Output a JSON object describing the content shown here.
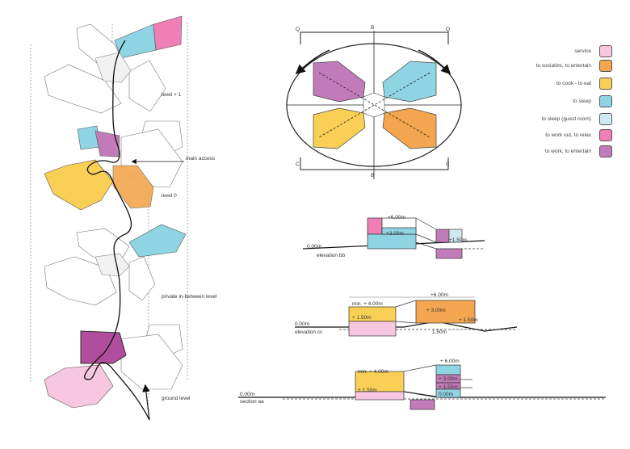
{
  "legend": [
    {
      "label": "service",
      "color": "#f7c6df"
    },
    {
      "label": "to socialize, to entertain",
      "color": "#f3a64f"
    },
    {
      "label": "to cook - to eat",
      "color": "#f9cf56"
    },
    {
      "label": "to sleep",
      "color": "#8fd4e3"
    },
    {
      "label": "to sleep (guest room)",
      "color": "#cfebf1"
    },
    {
      "label": "to work out, to relax",
      "color": "#ef7fb5"
    },
    {
      "label": "to work, to entertain",
      "color": "#c27bb9"
    }
  ],
  "levels": {
    "level_plus1": "level + 1",
    "main_access": "main access",
    "level_0": "level 0",
    "private": "private in-between level",
    "ground": "ground level"
  },
  "plan": {
    "sec_q": "Q",
    "sec_b": "B",
    "sec_c": "C"
  },
  "elev_bb": {
    "title": "elevation bb",
    "ground": "0.00m",
    "top": "+6.00m",
    "mid": "+3.00m",
    "right": "+1.50m"
  },
  "elev_cc": {
    "title": "elevation cc",
    "ground": "0.00m",
    "top": "+6.00m",
    "min": "min. + 4.00m",
    "mid": "+ 3.00m",
    "left": "+ 1.50m",
    "right": "+ 1.50m",
    "low": "1.50m"
  },
  "sec_aa": {
    "title": "section aa",
    "ground": "0.00m",
    "top": "+ 6.00m",
    "min": "min. + 4.00m",
    "mid": "+ 3.00m",
    "r1": "+ 1.50m",
    "left": "+ 1.50m",
    "zero": "0.00m"
  }
}
